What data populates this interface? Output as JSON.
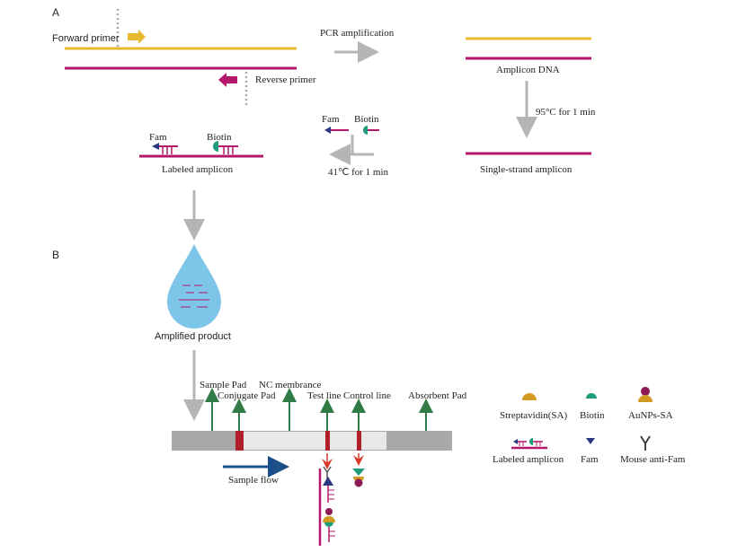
{
  "panel_a": {
    "letter": "A",
    "forward_primer": "Forward primer",
    "reverse_primer": "Reverse primer",
    "pcr": "PCR amplification",
    "amplicon_dna": "Amplicon DNA",
    "denature": "95°C  for 1 min",
    "single_strand": "Single-strand amplicon",
    "fam": "Fam",
    "biotin": "Biotin",
    "anneal": "41℃  for 1 min",
    "labeled_amplicon": "Labeled amplicon"
  },
  "panel_b": {
    "letter": "B",
    "amplified_product": "Amplified product",
    "sample_pad": "Sample Pad",
    "conjugate_pad": "Conjugate Pad",
    "nc_membrane": "NC membrance",
    "test_line": "Test line",
    "control_line": "Control line",
    "absorbent_pad": "Absorbent Pad",
    "sample_flow": "Sample flow"
  },
  "legend": {
    "streptavidin": "Streptavidin(SA)",
    "biotin": "Biotin",
    "aunps": "AuNPs-SA",
    "labeled_amplicon": "Labeled amplicon",
    "fam": "Fam",
    "anti_fam": "Mouse anti-Fam"
  },
  "colors": {
    "forward_strand": "#e8b92e",
    "reverse_strand": "#b5176b",
    "arrow_gray": "#b5b5b5",
    "green_arrow": "#2f7a45",
    "red_arrow": "#d73a2a",
    "line_red": "#b21f2a",
    "flow_blue": "#1c4f8a",
    "drop_blue": "#7dc6ea",
    "fam_navy": "#2b3680",
    "biotin_green": "#1d9c7c",
    "sa_gold": "#d39a22",
    "au_purple": "#8b1a55"
  }
}
